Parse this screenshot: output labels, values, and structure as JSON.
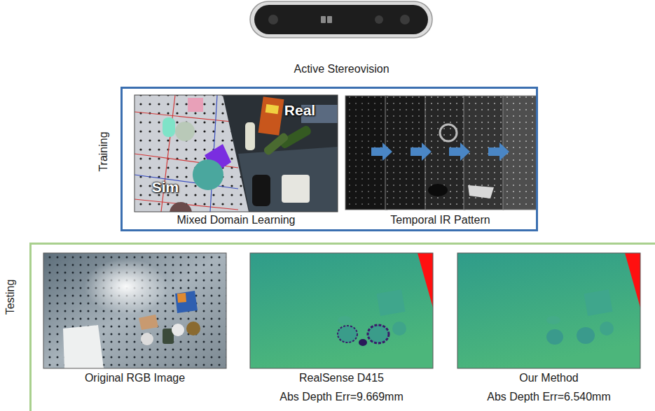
{
  "diagram": {
    "nodes": [
      {
        "text": [
          "Active Stereovision"
        ]
      },
      {
        "text": [
          "Training"
        ]
      },
      {
        "text": [
          "Sim",
          "Real",
          "Mixed Domain Learning"
        ],
        "in": 1
      },
      {
        "text": [
          "Temporal IR Pattern"
        ],
        "in": 1
      },
      {
        "text": [
          "Testing"
        ]
      },
      {
        "text": [
          "Original RGB Image"
        ],
        "in": 4
      },
      {
        "text": [
          "RealSense D415",
          "Abs Depth Err=9.669mm"
        ],
        "in": 4
      },
      {
        "text": [
          "Our Method",
          "Abs Depth Err=6.540mm"
        ],
        "in": 4
      }
    ]
  }
}
